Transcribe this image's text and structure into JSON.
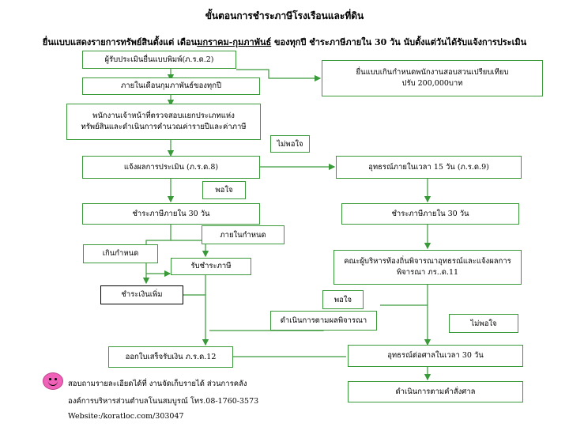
{
  "title": "ขั้นตอนการชำระภาษีโรงเรือนและที่ดิน",
  "subtitle": {
    "part1": "ยื่นแบบแสดงรายการทรัพย์สินตั้งแต่ เดือน",
    "part2": "มกราคม-กุมภาพันธ์",
    "part3": " ของทุกปี ชำระภาษีภายใน 30 วัน นับตั้งแต่วันได้รับแจ้งการประเมิน"
  },
  "boxes": {
    "submit_form": "ผู้รับประเมินยื่นแบบพิมพ์(ภ.ร.ด.2)",
    "within_feb": "ภายในเดือนกุมภาพันธ์ของทุกปี",
    "officer_check_line1": "พนักงานเจ้าหน้าที่ตรวจสอบแยกประเภทแห่ง",
    "officer_check_line2": "ทรัพย์สินและดำเนินการคำนวณค่ารายปีและค่าภาษี",
    "late_submit_line1": "ยื่นแบบเกินกำหนดพนักงานสอบสวนเปรียบเทียบ",
    "late_submit_line2": "ปรับ 200,000บาท",
    "notify_result": "แจ้งผลการประเมิน (ภ.ร.ด.8)",
    "appeal_15": "อุทธรณ์ภายในเวลา 15 วัน (ภ.ร.ด.9)",
    "pay_30_left": "ชำระภาษีภายใน 30 วัน",
    "pay_30_right": "ชำระภาษีภายใน 30 วัน",
    "overdue": "เกินกำหนด",
    "receive_tax": "รับชำระภาษี",
    "pay_extra": "ชำระเงินเพิ่ม",
    "committee_line1": "คณะผู้บริหารท้องถิ่นพิจารณาอุทธรณ์และแจ้งผลการ",
    "committee_line2": "พิจารณา ภร..ด.11",
    "proceed_result": "ดำเนินการตามผลพิจารณา",
    "issue_receipt": "ออกใบเสร็จรับเงิน ภ.ร.ด.12",
    "appeal_court": "อุทธรณ์ต่อศาลในเวลา 30 วัน",
    "follow_court": "ดำเนินการตามคำสั่งศาล"
  },
  "labels": {
    "not_satisfied_1": "ไม่พอใจ",
    "satisfied_1": "พอใจ",
    "within_due": "ภายในกำหนด",
    "satisfied_2": "พอใจ",
    "not_satisfied_2": "ไม่พอใจ"
  },
  "footer": {
    "line1": "สอบถามรายละเอียดได้ที่ งานจัดเก็บรายได้ ส่วนการคลัง",
    "line2": "องค์การบริหารส่วนตำบลโนนสมบูรณ์ โทร.08-1760-3573",
    "line3": "Website:/koratloc.com/303047"
  },
  "colors": {
    "line": "#3a9a3a",
    "box_border": "#3a9a3a",
    "smiley": "#f062b8"
  }
}
